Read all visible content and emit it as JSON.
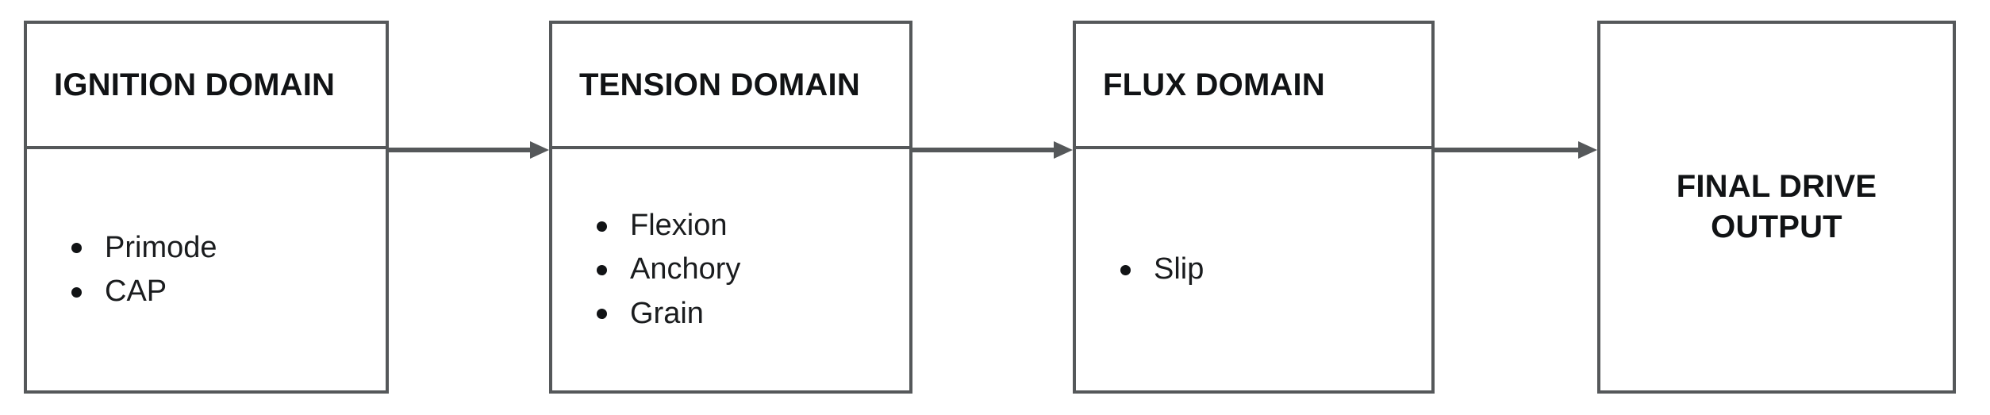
{
  "diagram": {
    "type": "process-flow",
    "title": "",
    "orientation": "left-to-right",
    "background_color": "#ffffff",
    "stroke_color": "#55585a",
    "text_color": "#111315",
    "nodes": [
      {
        "id": "ignition",
        "title": "IGNITION DOMAIN",
        "items": [
          "Primode",
          "CAP"
        ]
      },
      {
        "id": "tension",
        "title": "TENSION DOMAIN",
        "items": [
          "Flexion",
          "Anchory",
          "Grain"
        ]
      },
      {
        "id": "flux",
        "title": "FLUX DOMAIN",
        "items": [
          "Slip"
        ]
      }
    ],
    "terminal": {
      "id": "final-drive-output",
      "line1": "FINAL DRIVE",
      "line2": "OUTPUT"
    },
    "connectors": [
      {
        "from": "ignition",
        "to": "tension",
        "label": ""
      },
      {
        "from": "tension",
        "to": "flux",
        "label": ""
      },
      {
        "from": "flux",
        "to": "final-drive-output",
        "label": ""
      }
    ]
  }
}
